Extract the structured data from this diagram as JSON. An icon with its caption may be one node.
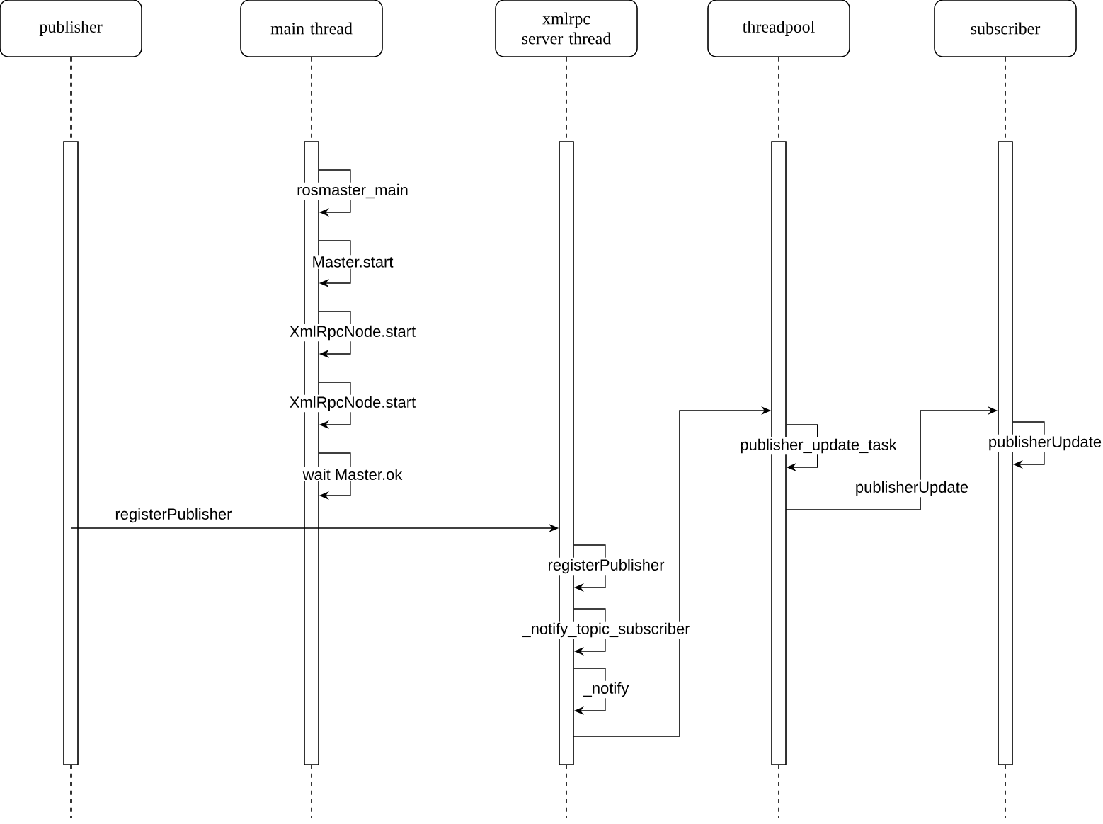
{
  "diagram": {
    "nodes": [
      {
        "text": [
          "publisher"
        ]
      },
      {
        "text": [
          "main thread"
        ]
      },
      {
        "text": [
          "xmlrpc server thread"
        ]
      },
      {
        "text": [
          "threadpool"
        ]
      },
      {
        "text": [
          "subscriber"
        ]
      },
      {
        "text": [],
        "shape": "bar"
      },
      {
        "text": [],
        "shape": "bar"
      },
      {
        "text": [],
        "shape": "bar"
      },
      {
        "text": [],
        "shape": "bar"
      },
      {
        "text": [],
        "shape": "bar"
      }
    ],
    "edges": [
      {
        "from": 0,
        "to": 5,
        "arrow": "none",
        "style": "dashed"
      },
      {
        "from": 1,
        "to": 6,
        "arrow": "none",
        "style": "dashed"
      },
      {
        "from": 2,
        "to": 7,
        "arrow": "none",
        "style": "dashed"
      },
      {
        "from": 3,
        "to": 8,
        "arrow": "none",
        "style": "dashed"
      },
      {
        "from": 4,
        "to": 9,
        "arrow": "none",
        "style": "dashed"
      },
      {
        "from": 5,
        "to": null,
        "arrow": "none",
        "style": "dashed"
      },
      {
        "from": 6,
        "to": null,
        "arrow": "none",
        "style": "dashed"
      },
      {
        "from": 7,
        "to": null,
        "arrow": "none",
        "style": "dashed"
      },
      {
        "from": 8,
        "to": null,
        "arrow": "none",
        "style": "dashed"
      },
      {
        "from": 9,
        "to": null,
        "arrow": "none",
        "style": "dashed"
      },
      {
        "from": 6,
        "to": 6,
        "arrow": "to",
        "label": "rosmaster_main"
      },
      {
        "from": 6,
        "to": 6,
        "arrow": "to",
        "label": "Master.start"
      },
      {
        "from": 6,
        "to": 6,
        "arrow": "to",
        "label": "XmlRpcNode.start"
      },
      {
        "from": 6,
        "to": 6,
        "arrow": "to",
        "label": "XmlRpcNode.start"
      },
      {
        "from": 6,
        "to": 6,
        "arrow": "to",
        "label": "wait Master.ok"
      },
      {
        "from": 5,
        "to": 7,
        "arrow": "to",
        "label": "registerPublisher"
      },
      {
        "from": 7,
        "to": 7,
        "arrow": "to",
        "label": "registerPublisher"
      },
      {
        "from": 7,
        "to": 7,
        "arrow": "to",
        "label": "_notify_topic_subscriber"
      },
      {
        "from": 7,
        "to": 7,
        "arrow": "to",
        "label": "_notify"
      },
      {
        "from": 7,
        "to": 8,
        "arrow": "to"
      },
      {
        "from": 8,
        "to": 8,
        "arrow": "to",
        "label": "publisher_update_task"
      },
      {
        "from": 8,
        "to": 9,
        "arrow": "to",
        "label": "publisherUpdate"
      },
      {
        "from": 9,
        "to": 9,
        "arrow": "to",
        "label": "publisherUpdate"
      }
    ]
  }
}
